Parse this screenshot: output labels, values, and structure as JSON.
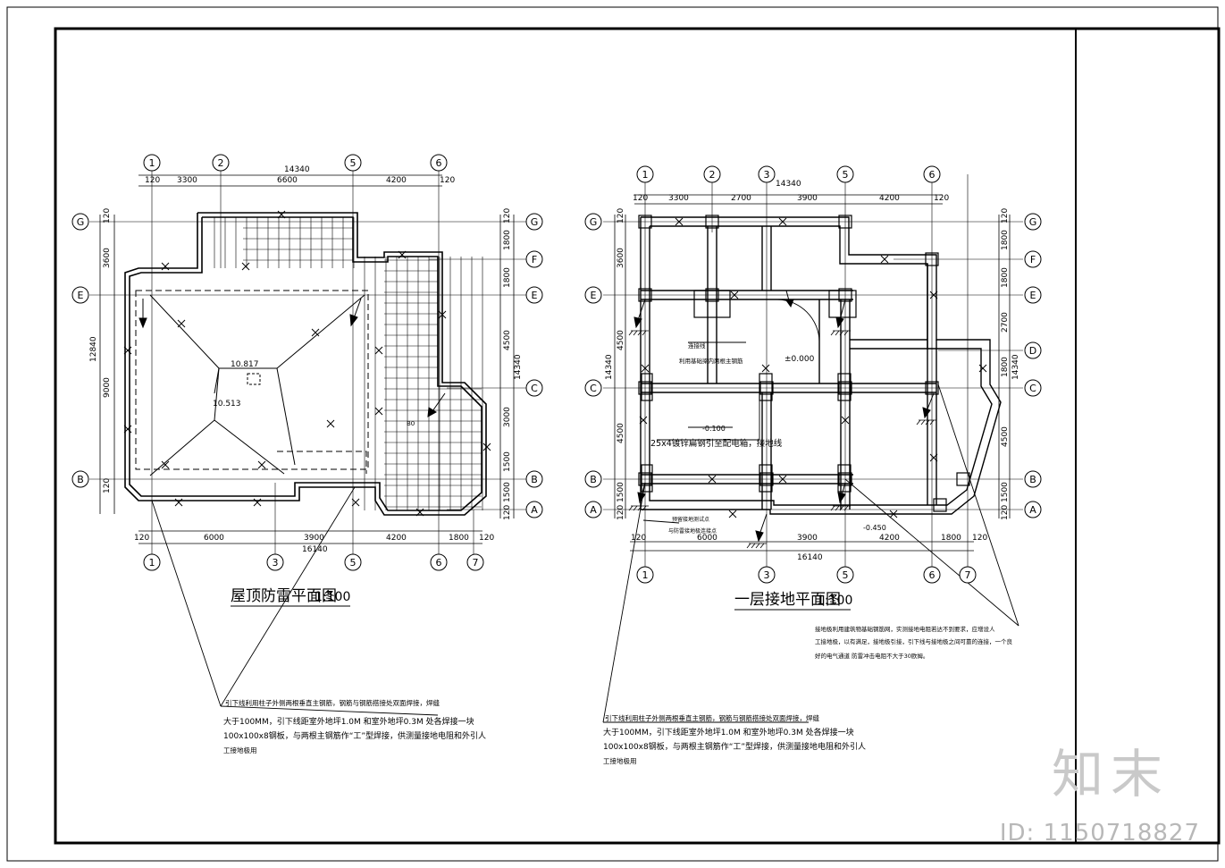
{
  "sheet": {
    "left_plan": {
      "title": "屋顶防雷平面图",
      "scale": "1:100",
      "top_axes": [
        "1",
        "2",
        "5",
        "6"
      ],
      "bottom_axes": [
        "1",
        "3",
        "5",
        "6",
        "7"
      ],
      "left_axes": [
        "G",
        "E",
        "B"
      ],
      "right_axes": [
        "G",
        "F",
        "E",
        "C",
        "B",
        "A"
      ],
      "top_total": "14340",
      "top_dims": [
        "120",
        "3300",
        "6600",
        "4200",
        "120"
      ],
      "bottom_total": "16140",
      "bottom_dims": [
        "120",
        "6000",
        "3900",
        "4200",
        "1800",
        "120"
      ],
      "left_total": "12840",
      "left_dims": [
        "120",
        "3600",
        "9000",
        "120"
      ],
      "right_total": "14340",
      "right_dims": [
        "120",
        "1800",
        "1800",
        "4500",
        "3000",
        "1500",
        "1500",
        "120"
      ],
      "elevation_top": "10.817",
      "elevation_low": "10.513",
      "label_inner": "B0",
      "note_line1": "引下线利用柱子外侧两根垂直主钢筋，钢筋与钢筋搭接处双面焊接，焊缝",
      "note_line2": "大于100MM，引下线距室外地坪1.0M 和室外地坪0.3M 处各焊接一块",
      "note_line3": "100x100x8钢板，与两根主钢筋作“工”型焊接，供测量接地电阻和外引人",
      "note_line4": "工接地极用"
    },
    "right_plan": {
      "title": "一层接地平面图",
      "scale": "1:100",
      "top_axes": [
        "1",
        "2",
        "3",
        "5",
        "6"
      ],
      "bottom_axes": [
        "1",
        "3",
        "5",
        "6",
        "7"
      ],
      "left_axes": [
        "G",
        "E",
        "C",
        "B",
        "A"
      ],
      "right_axes": [
        "G",
        "F",
        "E",
        "D",
        "C",
        "B",
        "A"
      ],
      "top_total": "14340",
      "top_dims": [
        "120",
        "3300",
        "2700",
        "3900",
        "4200",
        "120"
      ],
      "bottom_total": "16140",
      "bottom_dims": [
        "120",
        "6000",
        "3900",
        "4200",
        "1800",
        "120"
      ],
      "left_total": "14340",
      "left_dims": [
        "120",
        "3600",
        "4500",
        "4500",
        "1500",
        "120"
      ],
      "right_total": "14340",
      "right_dims": [
        "120",
        "1800",
        "1800",
        "2700",
        "1800",
        "4500",
        "1500",
        "120"
      ],
      "elevation_floor": "±0.000",
      "elevation_a": "-0.100",
      "elevation_b": "-0.450",
      "label_connect_1": "连接线",
      "label_connect_2": "利用基础梁内两根主钢筋",
      "label_steel": "25x4镀锌扁钢引至配电箱，接地线",
      "label_ground_1": "预留接地测试点",
      "label_ground_2": "与防雷接地极连接点",
      "note_r_line1": "接地极利用建筑物基础钢筋网，实测接地电阻若达不到要求，应增设人",
      "note_r_line2": "工接地极，以有满足，接地极引接，引下线与接地极之间可靠的连接，一个良",
      "note_r_line3": "好的电气通道      防雷冲击电阻不大于30欧姆。",
      "note_line1": "引下线利用柱子外侧两根垂直主钢筋，钢筋与钢筋搭接处双面焊接，焊缝",
      "note_line2": "大于100MM，引下线距室外地坪1.0M 和室外地坪0.3M 处各焊接一块",
      "note_line3": "100x100x8钢板，与两根主钢筋作“工”型焊接，供测量接地电阻和外引人",
      "note_line4": "工接地极用"
    },
    "watermark_logo": "知末",
    "watermark_id": "ID: 1150718827"
  }
}
